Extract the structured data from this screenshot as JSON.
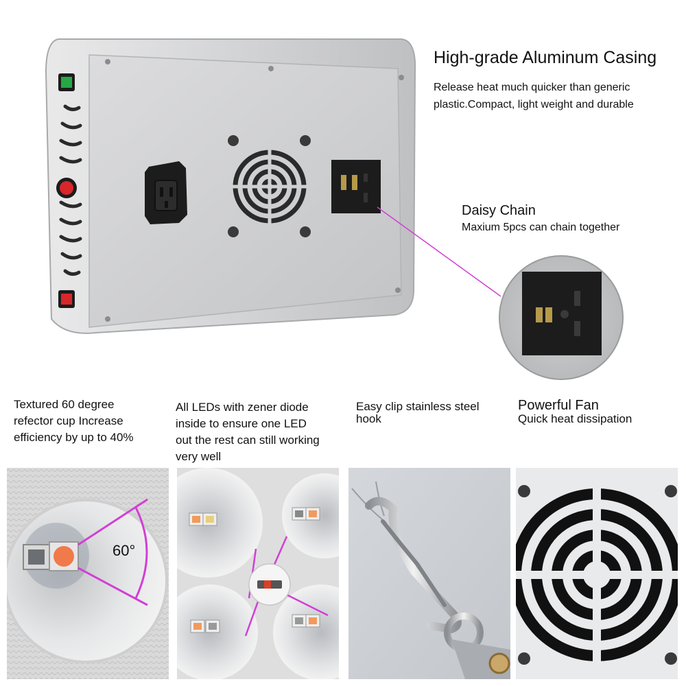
{
  "casing": {
    "title": "High-grade Aluminum Casing",
    "desc_line1": "Release heat much quicker than generic",
    "desc_line2": "plastic.Compact, light weight and durable"
  },
  "daisy": {
    "title": "Daisy Chain",
    "desc": "Maxium 5pcs can chain together"
  },
  "features": [
    {
      "lines": [
        "Textured 60 degree",
        "refector cup Increase",
        "efficiency by up to 40%"
      ]
    },
    {
      "lines": [
        "All LEDs with zener diode",
        "inside to ensure one LED",
        "out the rest can still working",
        "very well"
      ]
    },
    {
      "lines": [
        "Easy clip stainless steel",
        "hook"
      ]
    },
    {
      "title": "Powerful Fan",
      "desc": "Quick heat dissipation"
    }
  ],
  "angle_label": "60°",
  "colors": {
    "accent_line": "#d13fd6",
    "casing": "#cfd0d2",
    "socket": "#1c1c1c",
    "switch_green": "#27a844",
    "switch_red": "#d8262b"
  }
}
